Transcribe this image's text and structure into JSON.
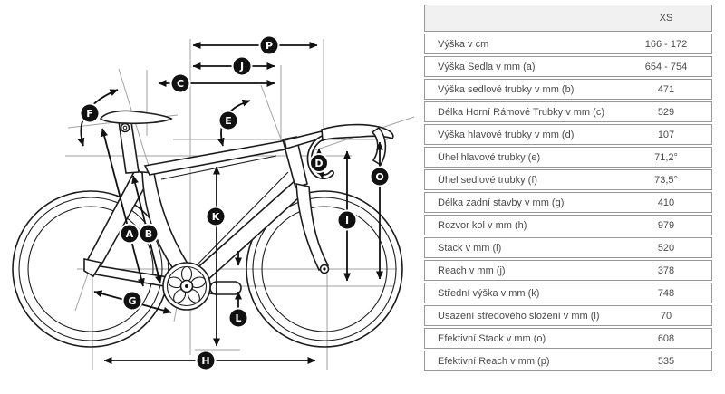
{
  "diagram": {
    "badges": [
      {
        "letter": "P"
      },
      {
        "letter": "J"
      },
      {
        "letter": "C"
      },
      {
        "letter": "F"
      },
      {
        "letter": "E"
      },
      {
        "letter": "D"
      },
      {
        "letter": "O"
      },
      {
        "letter": "I"
      },
      {
        "letter": "K"
      },
      {
        "letter": "A"
      },
      {
        "letter": "B"
      },
      {
        "letter": "G"
      },
      {
        "letter": "L"
      },
      {
        "letter": "H"
      }
    ]
  },
  "table": {
    "header": {
      "size_label": "XS"
    },
    "rows": [
      {
        "label": "Výška v cm",
        "value": "166 - 172"
      },
      {
        "label": "Výška Sedla v mm (a)",
        "value": "654 - 754"
      },
      {
        "label": "Výška sedlové trubky v mm (b)",
        "value": "471"
      },
      {
        "label": "Délka Horní Rámové Trubky v mm (c)",
        "value": "529"
      },
      {
        "label": "Výška hlavové trubky v mm (d)",
        "value": "107"
      },
      {
        "label": "Úhel hlavové trubky (e)",
        "value": "71,2°"
      },
      {
        "label": "Úhel sedlové trubky (f)",
        "value": "73,5°"
      },
      {
        "label": "Délka zadní stavby v mm (g)",
        "value": "410"
      },
      {
        "label": "Rozvor kol v mm (h)",
        "value": "979"
      },
      {
        "label": "Stack v mm (i)",
        "value": "520"
      },
      {
        "label": "Reach v mm (j)",
        "value": "378"
      },
      {
        "label": "Střední výška v mm (k)",
        "value": "748"
      },
      {
        "label": "Usazení středového složení v mm (l)",
        "value": "70"
      },
      {
        "label": "Efektivní Stack v mm (o)",
        "value": "608"
      },
      {
        "label": "Efektivní Reach v mm (p)",
        "value": "535"
      }
    ]
  },
  "colors": {
    "line_art": "#1c1c1c",
    "reference_line": "#a2a2a2",
    "table_border": "#979797",
    "table_header_bg": "#f1f1f1",
    "text": "#4a4a4a"
  }
}
